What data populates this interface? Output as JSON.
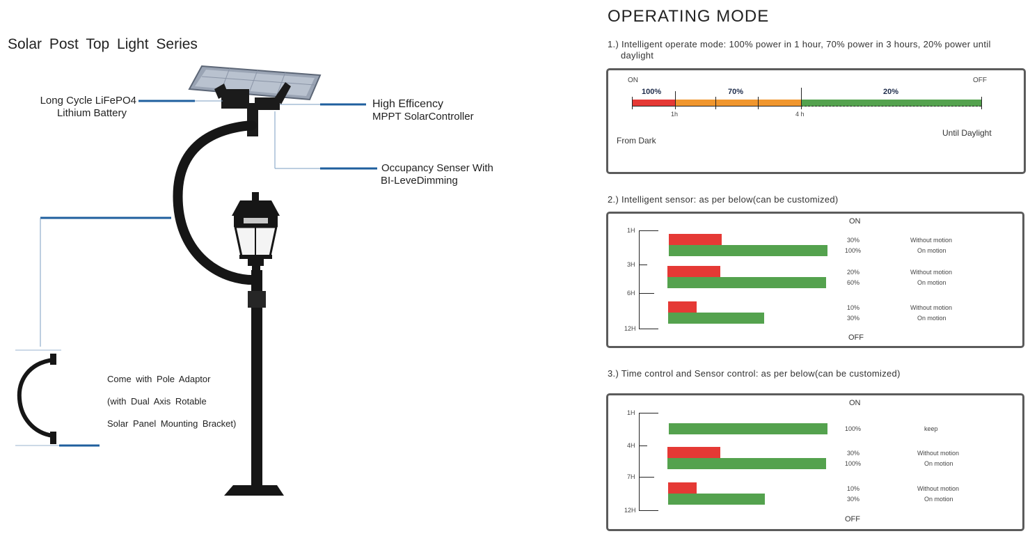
{
  "left": {
    "series_title": "Solar  Post  Top  Light  Series",
    "callouts": {
      "battery_1": "Long Cycle  LiFePO4",
      "battery_2": "Lithium Battery",
      "controller_1": "High Efficency",
      "controller_2": "MPPT SolarController",
      "sensor_1": "Occupancy Senser With",
      "sensor_2": "BI-LeveDimming"
    },
    "adaptor": {
      "line1": "Come  with  Pole  Adaptor",
      "line2": "(with  Dual  Axis  Rotable",
      "line3": "Solar  Panel  Mounting    Bracket)"
    }
  },
  "right": {
    "title": "OPERATING MODE",
    "section1": {
      "heading_1": "1.) Intelligent operate mode: 100% power in 1 hour, 70% power in 3 hours, 20% power until",
      "heading_2": "daylight",
      "on": "ON",
      "off": "OFF",
      "seg_100": "100%",
      "seg_70": "70%",
      "seg_20": "20%",
      "tick_1h": "1h",
      "tick_4h": "4 h",
      "from_dark": "From Dark",
      "until_daylight": "Until Daylight"
    },
    "section2": {
      "heading": "2.) Intelligent sensor: as per below(can be customized)",
      "on": "ON",
      "off": "OFF",
      "ticks": [
        "1H",
        "3H",
        "6H",
        "12H"
      ],
      "rows": [
        {
          "red_pct": "30%",
          "red_label": "Without motion",
          "green_pct": "100%",
          "green_label": "On motion"
        },
        {
          "red_pct": "20%",
          "red_label": "Without motion",
          "green_pct": "60%",
          "green_label": "On motion"
        },
        {
          "red_pct": "10%",
          "red_label": "Without motion",
          "green_pct": "30%",
          "green_label": "On motion"
        }
      ]
    },
    "section3": {
      "heading": "3.) Time control and Sensor control: as per below(can be customized)",
      "on": "ON",
      "off": "OFF",
      "ticks": [
        "1H",
        "4H",
        "7H",
        "12H"
      ],
      "row1": {
        "green_pct": "100%",
        "green_label": "keep"
      },
      "rows": [
        {
          "red_pct": "30%",
          "red_label": "Without motion",
          "green_pct": "100%",
          "green_label": "On motion"
        },
        {
          "red_pct": "10%",
          "red_label": "Without motion",
          "green_pct": "30%",
          "green_label": "On motion"
        }
      ]
    }
  },
  "colors": {
    "red": "#e53935",
    "orange": "#f0962e",
    "green": "#54a24e",
    "leader_blue": "#1f5f9e",
    "box_border": "#5b5b5b"
  }
}
